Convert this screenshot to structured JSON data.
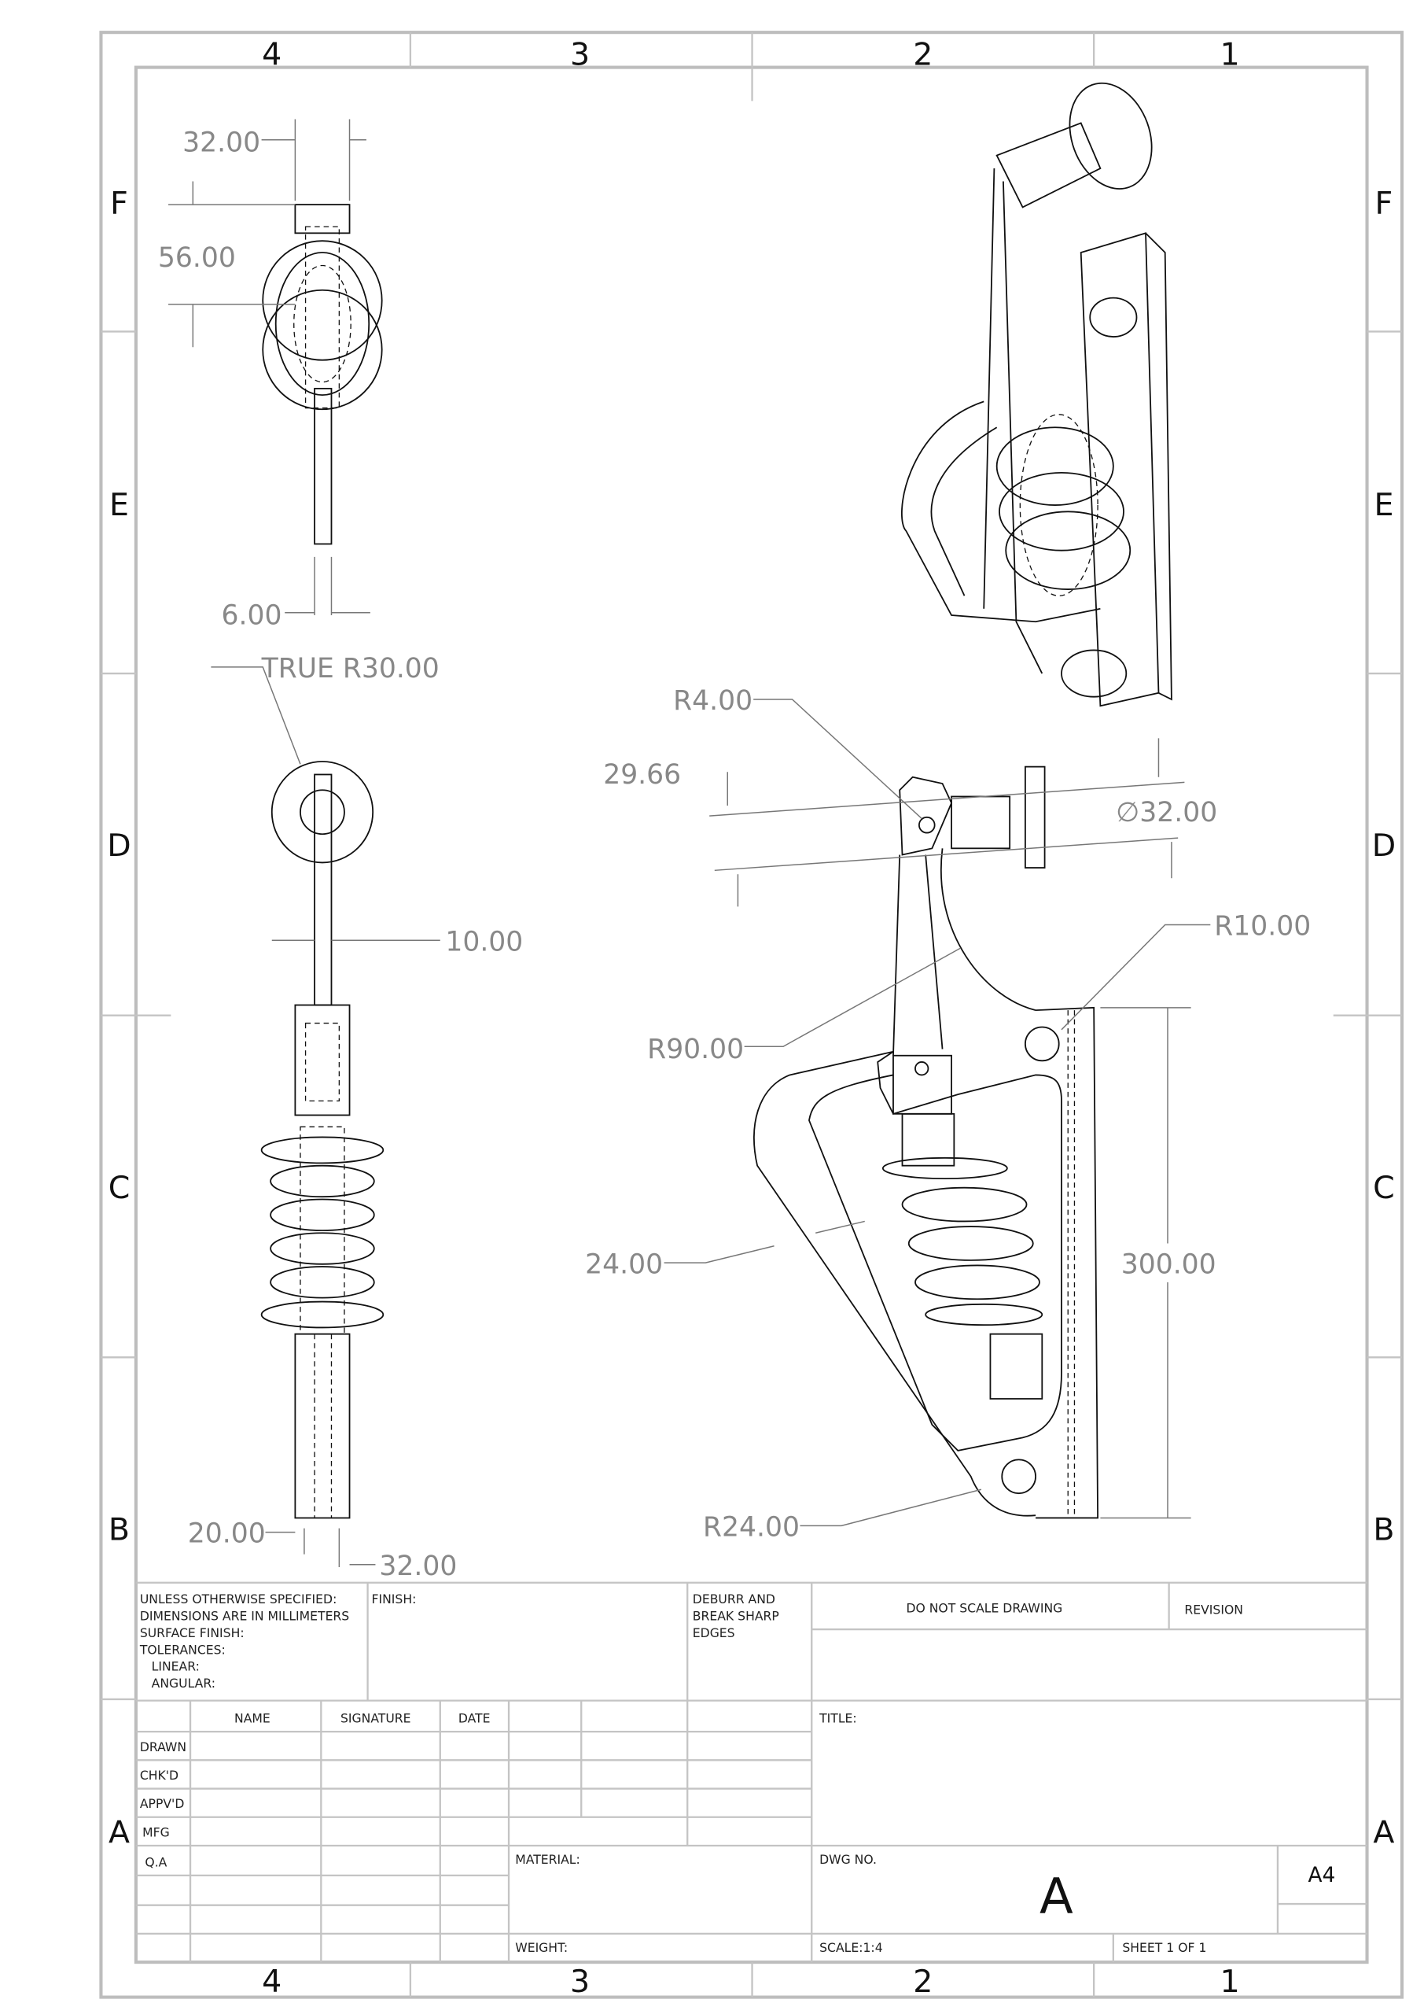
{
  "zones": {
    "columns": [
      "4",
      "3",
      "2",
      "1"
    ],
    "rows": [
      "F",
      "E",
      "D",
      "C",
      "B",
      "A"
    ]
  },
  "dimensions": {
    "top_width": "32.00",
    "top_height": "56.00",
    "top_plate": "6.00",
    "front_radius": "TRUE R30.00",
    "front_rod": "10.00",
    "front_bottom_a": "20.00",
    "front_bottom_b": "32.00",
    "side_r4": "R4.00",
    "side_angle_dist": "29.66",
    "side_dia": "∅32.00",
    "side_r10": "R10.00",
    "side_r90": "R90.00",
    "side_24": "24.00",
    "side_300": "300.00",
    "side_r24": "R24.00"
  },
  "title_block": {
    "notes": [
      "UNLESS OTHERWISE SPECIFIED:",
      "DIMENSIONS ARE IN MILLIMETERS",
      "SURFACE FINISH:",
      "TOLERANCES:",
      "LINEAR:",
      "ANGULAR:"
    ],
    "finish": "FINISH:",
    "deburr": [
      "DEBURR AND",
      "BREAK SHARP",
      "EDGES"
    ],
    "do_not_scale": "DO NOT SCALE DRAWING",
    "revision": "REVISION",
    "headers": {
      "name": "NAME",
      "signature": "SIGNATURE",
      "date": "DATE"
    },
    "roles": [
      "DRAWN",
      "CHK'D",
      "APPV'D",
      "MFG",
      "Q.A"
    ],
    "title": "TITLE:",
    "material": "MATERIAL:",
    "weight": "WEIGHT:",
    "dwg_no": "DWG NO.",
    "dwg_value": "A",
    "size": "A4",
    "scale": "SCALE:1:4",
    "sheet": "SHEET 1 OF 1"
  }
}
